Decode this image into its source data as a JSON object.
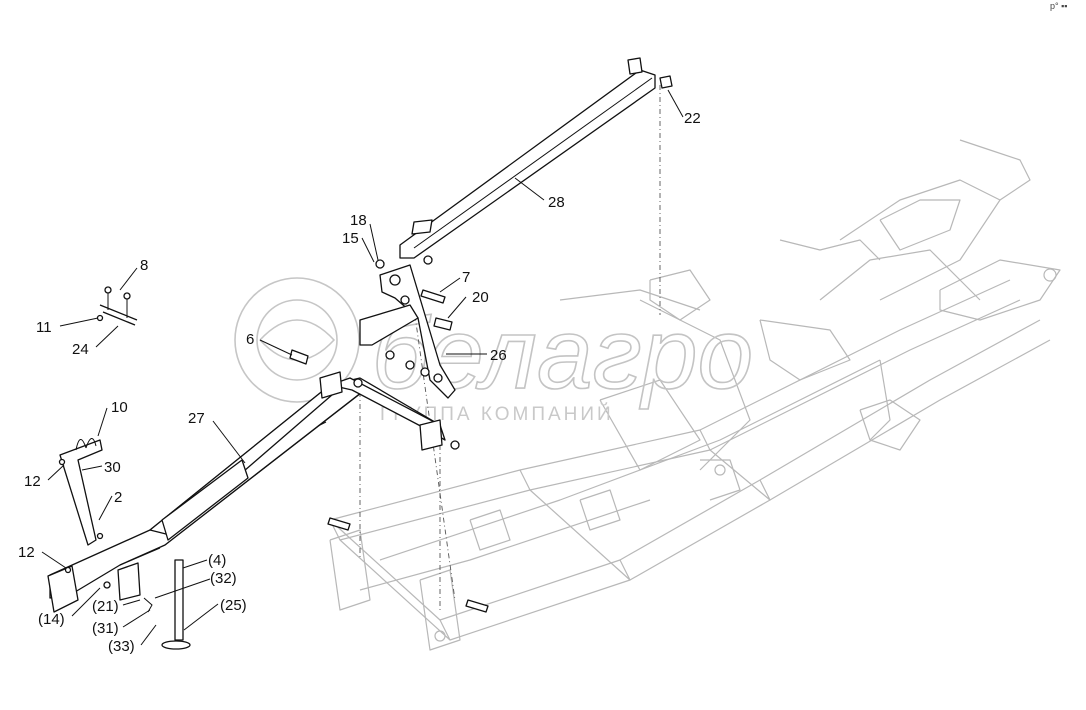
{
  "watermark": {
    "brand": "белагро",
    "tagline": "ГРУППА КОМПАНИЙ"
  },
  "corner_mark": "p° ▪▪",
  "callouts": {
    "c8": "8",
    "c11": "11",
    "c24": "24",
    "c10": "10",
    "c12a": "12",
    "c30": "30",
    "c2": "2",
    "c12b": "12",
    "c14": "(14)",
    "c21": "(21)",
    "c31": "(31)",
    "c33": "(33)",
    "c4": "(4)",
    "c32": "(32)",
    "c25": "(25)",
    "c27": "27",
    "c6": "6",
    "c18": "18",
    "c15": "15",
    "c7": "7",
    "c20": "20",
    "c26": "26",
    "c28": "28",
    "c22": "22"
  }
}
